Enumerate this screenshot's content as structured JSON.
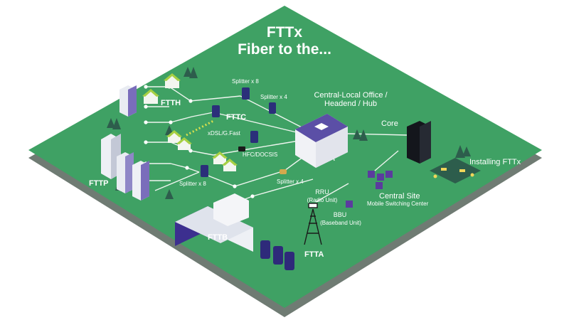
{
  "title": {
    "line1": "FTTx",
    "line2": "Fiber to the..."
  },
  "nodes": {
    "ftth": "FTTH",
    "fttc": "FTTC",
    "fttp": "FTTP",
    "fttb": "FTTB",
    "ftta": "FTTA",
    "core": "Core",
    "central_office": "Central-Local Office /\nHeadend / Hub",
    "central_site": "Central Site",
    "central_site_sub": "Mobile Switching Center",
    "rru": "RRU",
    "rru_sub": "(Radio Unit)",
    "bbu": "BBU",
    "bbu_sub": "(Baseband Unit)",
    "installing": "Installing FTTx",
    "splitter_x8_top": "Splitter x 8",
    "splitter_x4_top": "Splitter x 4",
    "splitter_x8_bottom": "Splitter x 8",
    "splitter_x4_bottom": "Splitter x 4",
    "xdsl": "xDSL/G.Fast",
    "hfc": "HFC/DOCSIS"
  },
  "colors": {
    "board_top": "#3fa164",
    "board_side": "#6f7b73",
    "fiber": "#eef5ef",
    "device": "#2b2f7a",
    "accent": "#8fc63f"
  }
}
